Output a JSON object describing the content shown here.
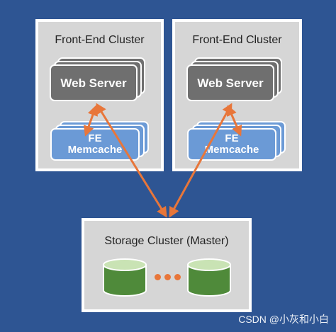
{
  "diagram": {
    "clusters": [
      {
        "title": "Front-End Cluster",
        "web_server_label": "Web Server",
        "cache_label_line1": "FE",
        "cache_label_line2": "Memcache"
      },
      {
        "title": "Front-End Cluster",
        "web_server_label": "Web Server",
        "cache_label_line1": "FE",
        "cache_label_line2": "Memcache"
      }
    ],
    "storage": {
      "title": "Storage Cluster (Master)"
    },
    "colors": {
      "background": "#2e5593",
      "panel": "#d6d6d6",
      "web_server": "#6f6f6f",
      "memcache": "#6b9ad6",
      "arrow": "#e8763a",
      "database_body": "#4f8a3a",
      "database_top": "#c9e3b4"
    }
  },
  "watermark": "CSDN @小灰和小白"
}
